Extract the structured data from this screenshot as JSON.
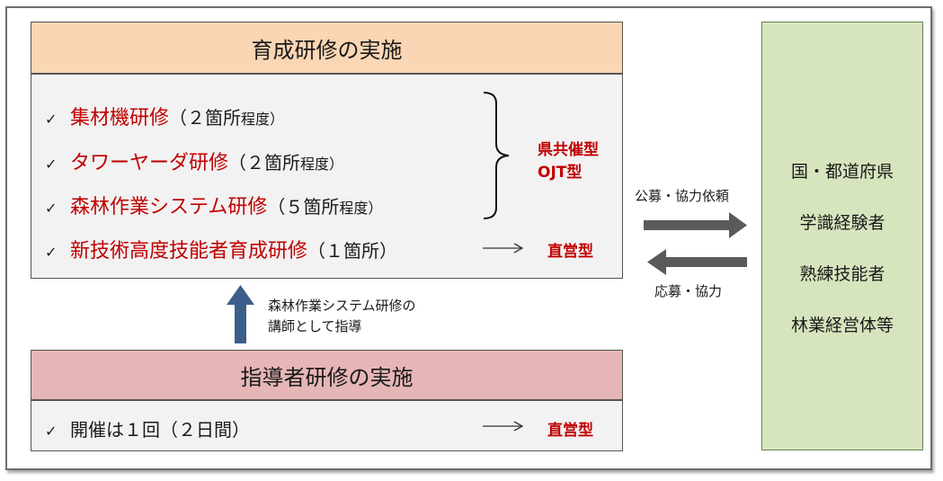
{
  "training": {
    "title": "育成研修の実施",
    "items": [
      {
        "name": "集材機研修",
        "detail": "（２箇所",
        "suffix": "程度）"
      },
      {
        "name": "タワーヤーダ研修",
        "detail": "（２箇所",
        "suffix": "程度）"
      },
      {
        "name": "森林作業システム研修",
        "detail": "（５箇所",
        "suffix": "程度）"
      },
      {
        "name": "新技術高度技能者育成研修",
        "detail": "（１箇所）",
        "suffix": ""
      }
    ],
    "check": "✓",
    "pref_tag_line1": "県共催型",
    "pref_tag_line2": "OJT型",
    "direct_tag": "直営型"
  },
  "instructor": {
    "title": "指導者研修の実施",
    "item": "開催は１回（２日間）",
    "direct_tag": "直営型"
  },
  "up_arrow_label": {
    "line1": "森林作業システム研修の",
    "line2": "講師として指導"
  },
  "arrow_right_label": "公募・協力依頼",
  "arrow_left_label": "応募・協力",
  "side": {
    "items": [
      "国・都道府県",
      "学識経験者",
      "熟練技能者",
      "林業経営体等"
    ]
  },
  "colors": {
    "accent_red": "#c00000",
    "training_header": "#fbd6b4",
    "instructor_header": "#e6b6b6",
    "side_bg": "#d7e5be",
    "arrow_blue": "#3b5f8a",
    "arrow_gray": "#5a5a5a"
  }
}
